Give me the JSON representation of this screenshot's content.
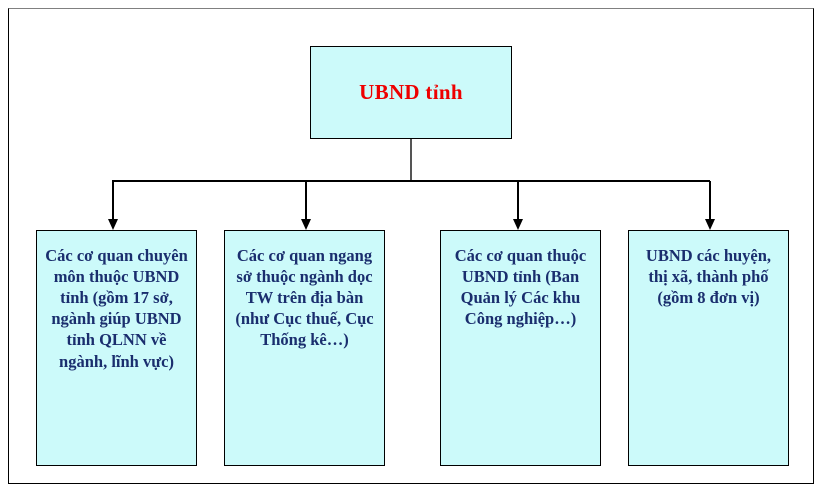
{
  "diagram": {
    "type": "organizational-chart",
    "colors": {
      "node_fill": "#ccfafa",
      "node_border": "#000000",
      "root_text": "#ee0000",
      "child_text": "#1a2e6e",
      "connector": "#000000",
      "frame": "#000000",
      "background": "#ffffff"
    },
    "root": {
      "id": "ubnd-tinh",
      "label": "UBND tỉnh"
    },
    "children": [
      {
        "id": "co-quan-chuyen-mon",
        "label": "Các cơ quan chuyên môn thuộc UBND tỉnh (gồm 17 sở, ngành giúp UBND tỉnh QLNN về ngành, lĩnh vực)"
      },
      {
        "id": "co-quan-ngang-so",
        "label": "Các cơ quan ngang sở thuộc ngành dọc TW trên địa bàn (như Cục thuế, Cục Thống kê…)"
      },
      {
        "id": "co-quan-thuoc-ubnd",
        "label": "Các cơ quan thuộc UBND tỉnh (Ban Quản lý Các khu Công nghiệp…)"
      },
      {
        "id": "ubnd-huyen-thi-xa",
        "label": "UBND các huyện, thị xã, thành phố (gồm 8 đơn vị)"
      }
    ]
  }
}
